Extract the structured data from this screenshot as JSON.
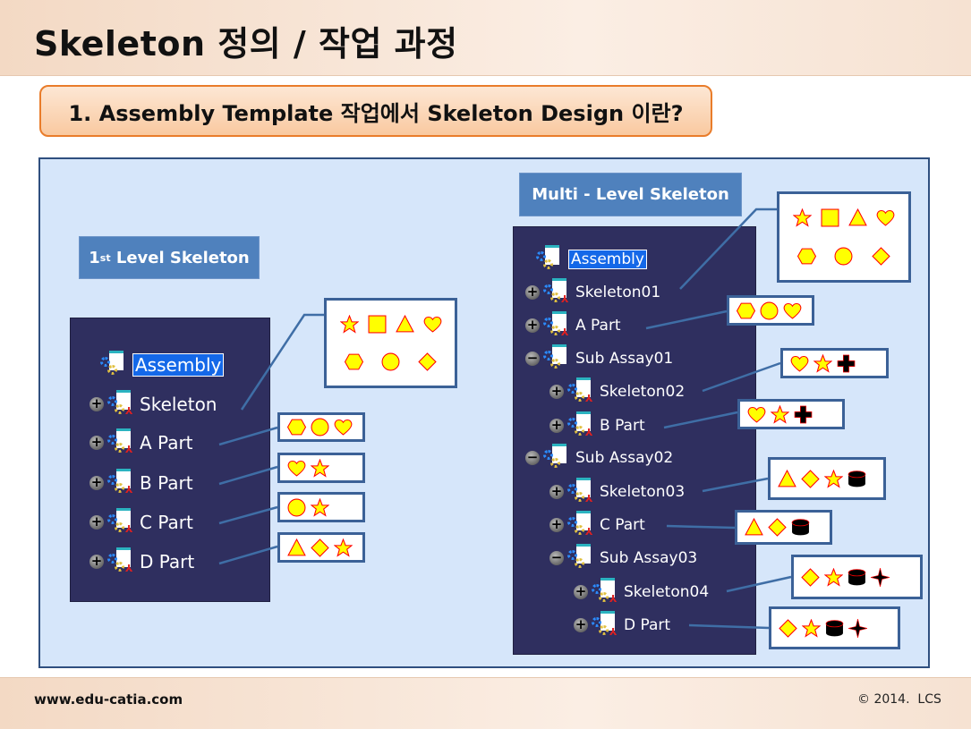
{
  "title": "Skeleton 정의 / 작업 과정",
  "subtitle": "1. Assembly Template 작업에서 Skeleton Design 이란?",
  "colors": {
    "shape_fill": "#ffff00",
    "shape_stroke": "#ff0000",
    "tree_bg": "#2f2f5f",
    "label_bg": "#4f81bd",
    "panel_bg": "#d6e6fa"
  },
  "left": {
    "label_main": "1",
    "label_sup": "st",
    "label_rest": " Level Skeleton",
    "rows": [
      {
        "label": "Assembly",
        "level": 0,
        "exp": "none",
        "selected": true
      },
      {
        "label": "Skeleton",
        "level": 1,
        "exp": "plus"
      },
      {
        "label": "A Part",
        "level": 1,
        "exp": "plus"
      },
      {
        "label": "B Part",
        "level": 1,
        "exp": "plus"
      },
      {
        "label": "C Part",
        "level": 1,
        "exp": "plus"
      },
      {
        "label": "D Part",
        "level": 1,
        "exp": "plus"
      }
    ],
    "boxes": [
      {
        "for": "Skeleton",
        "shapes": [
          "star",
          "square",
          "triangle",
          "heart",
          "hexagon",
          "circle",
          "diamond"
        ]
      },
      {
        "for": "A Part",
        "shapes": [
          "hexagon",
          "circle",
          "heart"
        ]
      },
      {
        "for": "B Part",
        "shapes": [
          "heart",
          "star"
        ]
      },
      {
        "for": "C Part",
        "shapes": [
          "circle",
          "star"
        ]
      },
      {
        "for": "D Part",
        "shapes": [
          "triangle",
          "diamond",
          "star"
        ]
      }
    ]
  },
  "right": {
    "label": "Multi - Level Skeleton",
    "rows": [
      {
        "label": "Assembly",
        "level": 0,
        "exp": "none",
        "selected": true
      },
      {
        "label": "Skeleton01",
        "level": 1,
        "exp": "plus"
      },
      {
        "label": "A Part",
        "level": 1,
        "exp": "plus"
      },
      {
        "label": "Sub Assay01",
        "level": 1,
        "exp": "minus"
      },
      {
        "label": "Skeleton02",
        "level": 2,
        "exp": "plus"
      },
      {
        "label": "B Part",
        "level": 2,
        "exp": "plus"
      },
      {
        "label": "Sub Assay02",
        "level": 1,
        "exp": "minus"
      },
      {
        "label": "Skeleton03",
        "level": 2,
        "exp": "plus"
      },
      {
        "label": "C Part",
        "level": 2,
        "exp": "plus"
      },
      {
        "label": "Sub Assay03",
        "level": 2,
        "exp": "minus"
      },
      {
        "label": "Skeleton04",
        "level": 3,
        "exp": "plus"
      },
      {
        "label": "D Part",
        "level": 3,
        "exp": "plus"
      }
    ],
    "boxes": [
      {
        "for": "Skeleton01",
        "shapes": [
          "star",
          "square",
          "triangle",
          "heart",
          "hexagon",
          "circle",
          "diamond"
        ]
      },
      {
        "for": "A Part",
        "shapes": [
          "hexagon",
          "circle",
          "heart"
        ]
      },
      {
        "for": "Skeleton02",
        "shapes": [
          "heart",
          "star",
          "cross"
        ]
      },
      {
        "for": "B Part",
        "shapes": [
          "heart",
          "star",
          "cross"
        ]
      },
      {
        "for": "Skeleton03",
        "shapes": [
          "triangle",
          "diamond",
          "star",
          "cylinder"
        ]
      },
      {
        "for": "C Part",
        "shapes": [
          "triangle",
          "diamond",
          "cylinder"
        ]
      },
      {
        "for": "Skeleton04",
        "shapes": [
          "diamond",
          "star",
          "cylinder",
          "sparkle"
        ]
      },
      {
        "for": "D Part",
        "shapes": [
          "diamond",
          "star",
          "cylinder",
          "sparkle"
        ]
      }
    ]
  },
  "footer": {
    "site": "www.edu-catia.com",
    "copyright": "© 2014.  LCS"
  }
}
